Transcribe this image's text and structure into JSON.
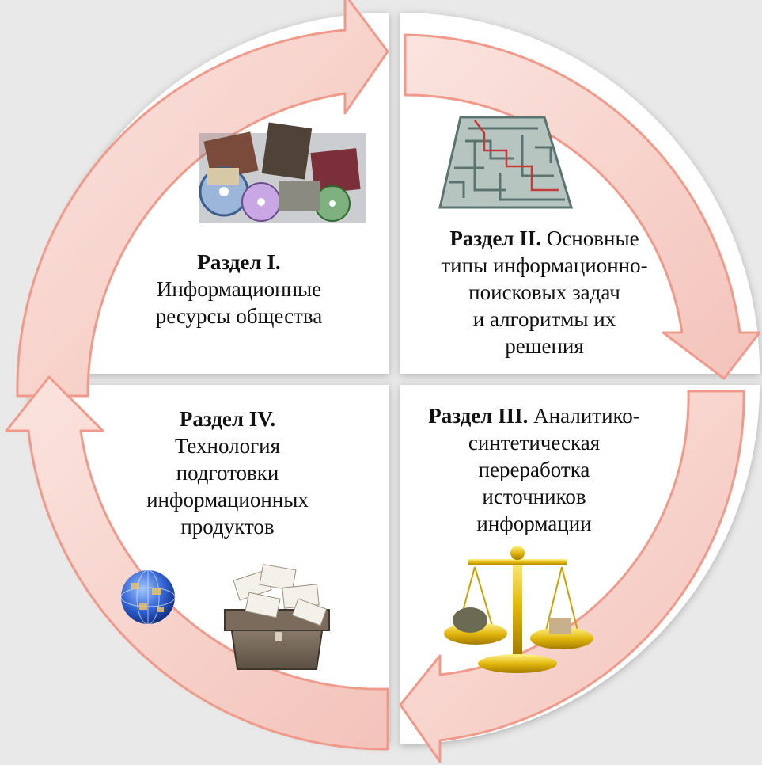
{
  "sections": [
    {
      "id": "q1",
      "heading": "Раздел I.",
      "lines": [
        "Информационные",
        "ресурсы общества"
      ],
      "image_icon": "media-pile-icon"
    },
    {
      "id": "q2",
      "heading": "Раздел II.",
      "heading_suffix": " Основные",
      "lines": [
        "типы информационно-",
        "поисковых задач",
        "и алгоритмы их",
        "решения"
      ],
      "image_icon": "maze-icon"
    },
    {
      "id": "q3",
      "heading": "Раздел III.",
      "heading_suffix": " Аналитико-",
      "lines": [
        "синтетическая",
        "переработка",
        "источников",
        "информации"
      ],
      "image_icon": "balance-scale-icon"
    },
    {
      "id": "q4",
      "heading": "Раздел IV.",
      "lines": [
        "Технология",
        "подготовки",
        "информационных",
        "продуктов"
      ],
      "image_icon": "briefcase-icon",
      "extra_icon": "globe-icon"
    }
  ],
  "colors": {
    "background": "#e9e9e9",
    "card": "#ffffff",
    "arrow_fill": "#f6d2cc",
    "arrow_stroke": "#ef9a8a",
    "text": "#111111"
  }
}
